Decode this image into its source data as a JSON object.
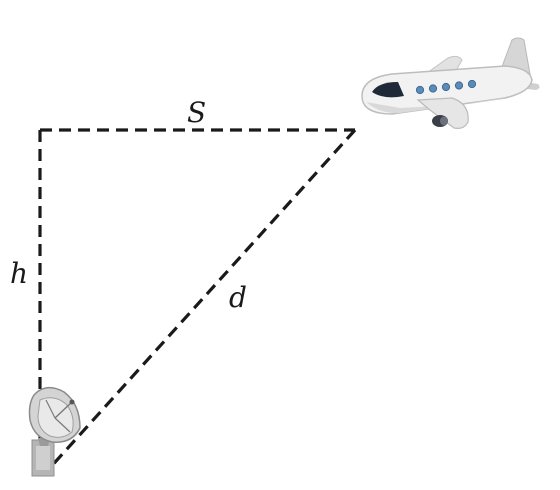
{
  "labels": {
    "horizontal": "S",
    "vertical": "h",
    "diagonal": "d"
  },
  "icons": {
    "aircraft": "airplane-icon",
    "ground_station": "radar-dish-icon"
  },
  "colors": {
    "line": "#1a1a1a",
    "fuselage": "#f2f2f2",
    "window": "#5b8bb8",
    "cockpit": "#1f2a38",
    "dish": "#c8c8c8"
  }
}
